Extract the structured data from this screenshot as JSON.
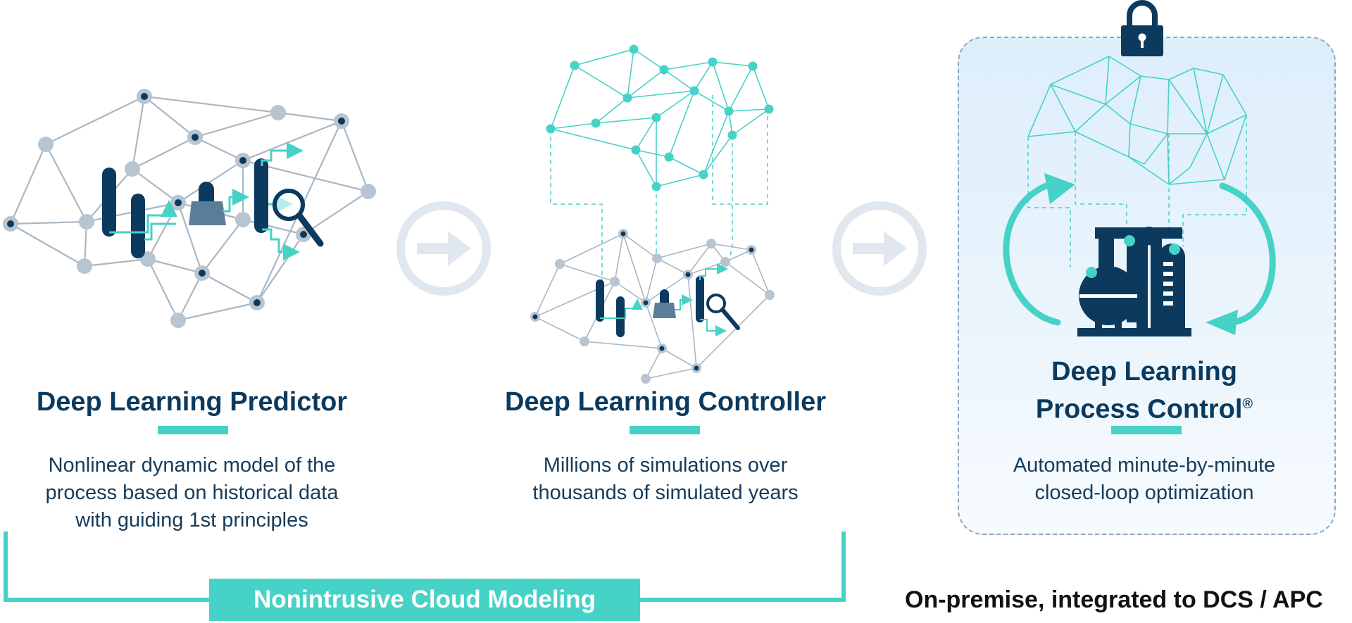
{
  "steps": [
    {
      "title": "Deep Learning Predictor",
      "description": [
        "Nonlinear dynamic model of the",
        "process based on historical data",
        "with guiding 1st principles"
      ]
    },
    {
      "title": "Deep Learning Controller",
      "description": [
        "Millions of simulations over",
        "thousands of simulated years"
      ]
    },
    {
      "title_line1": "Deep Learning",
      "title_line2": "Process Control",
      "title_mark": "®",
      "description": [
        "Automated minute-by-minute",
        "closed-loop optimization"
      ]
    }
  ],
  "bottom": {
    "cloud_label": "Nonintrusive Cloud Modeling",
    "onprem_label": "On-premise, integrated to DCS / APC"
  },
  "colors": {
    "navy": "#0b3a5e",
    "teal": "#46d2c6",
    "gray_node": "#b8c4cf",
    "gray_line": "#a9b7c4",
    "arrow_circle": "#e1e7ee"
  },
  "icons": [
    "distillation-column-icon",
    "magnifier-icon",
    "padlock-icon",
    "process-plant-icon",
    "arrow-circle-icon",
    "cycle-arrow-icon"
  ]
}
